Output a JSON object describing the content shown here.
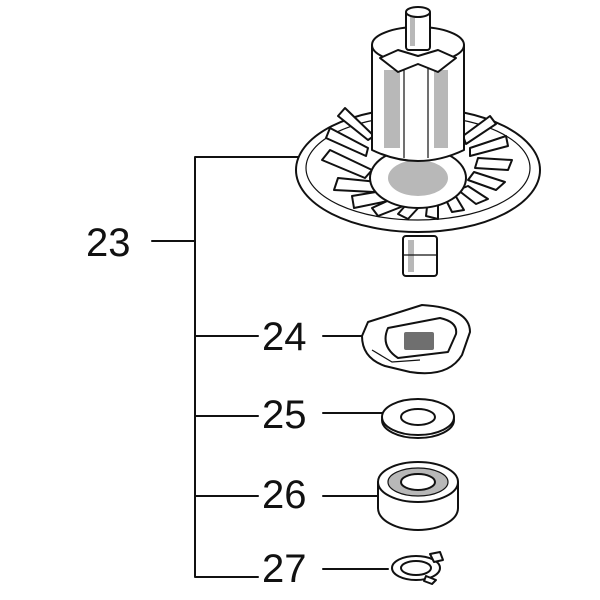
{
  "callouts": {
    "armature": "23",
    "baffle_ring": "24",
    "washer": "25",
    "ball_bearing": "26",
    "retaining_ring": "27"
  },
  "icons": [
    "armature-assembly-icon",
    "fan-baffle-icon",
    "flat-washer-icon",
    "ball-bearing-icon",
    "retaining-ring-icon"
  ],
  "colors": {
    "line": "#111111",
    "shade": "#b8b8b8",
    "background": "#ffffff"
  }
}
